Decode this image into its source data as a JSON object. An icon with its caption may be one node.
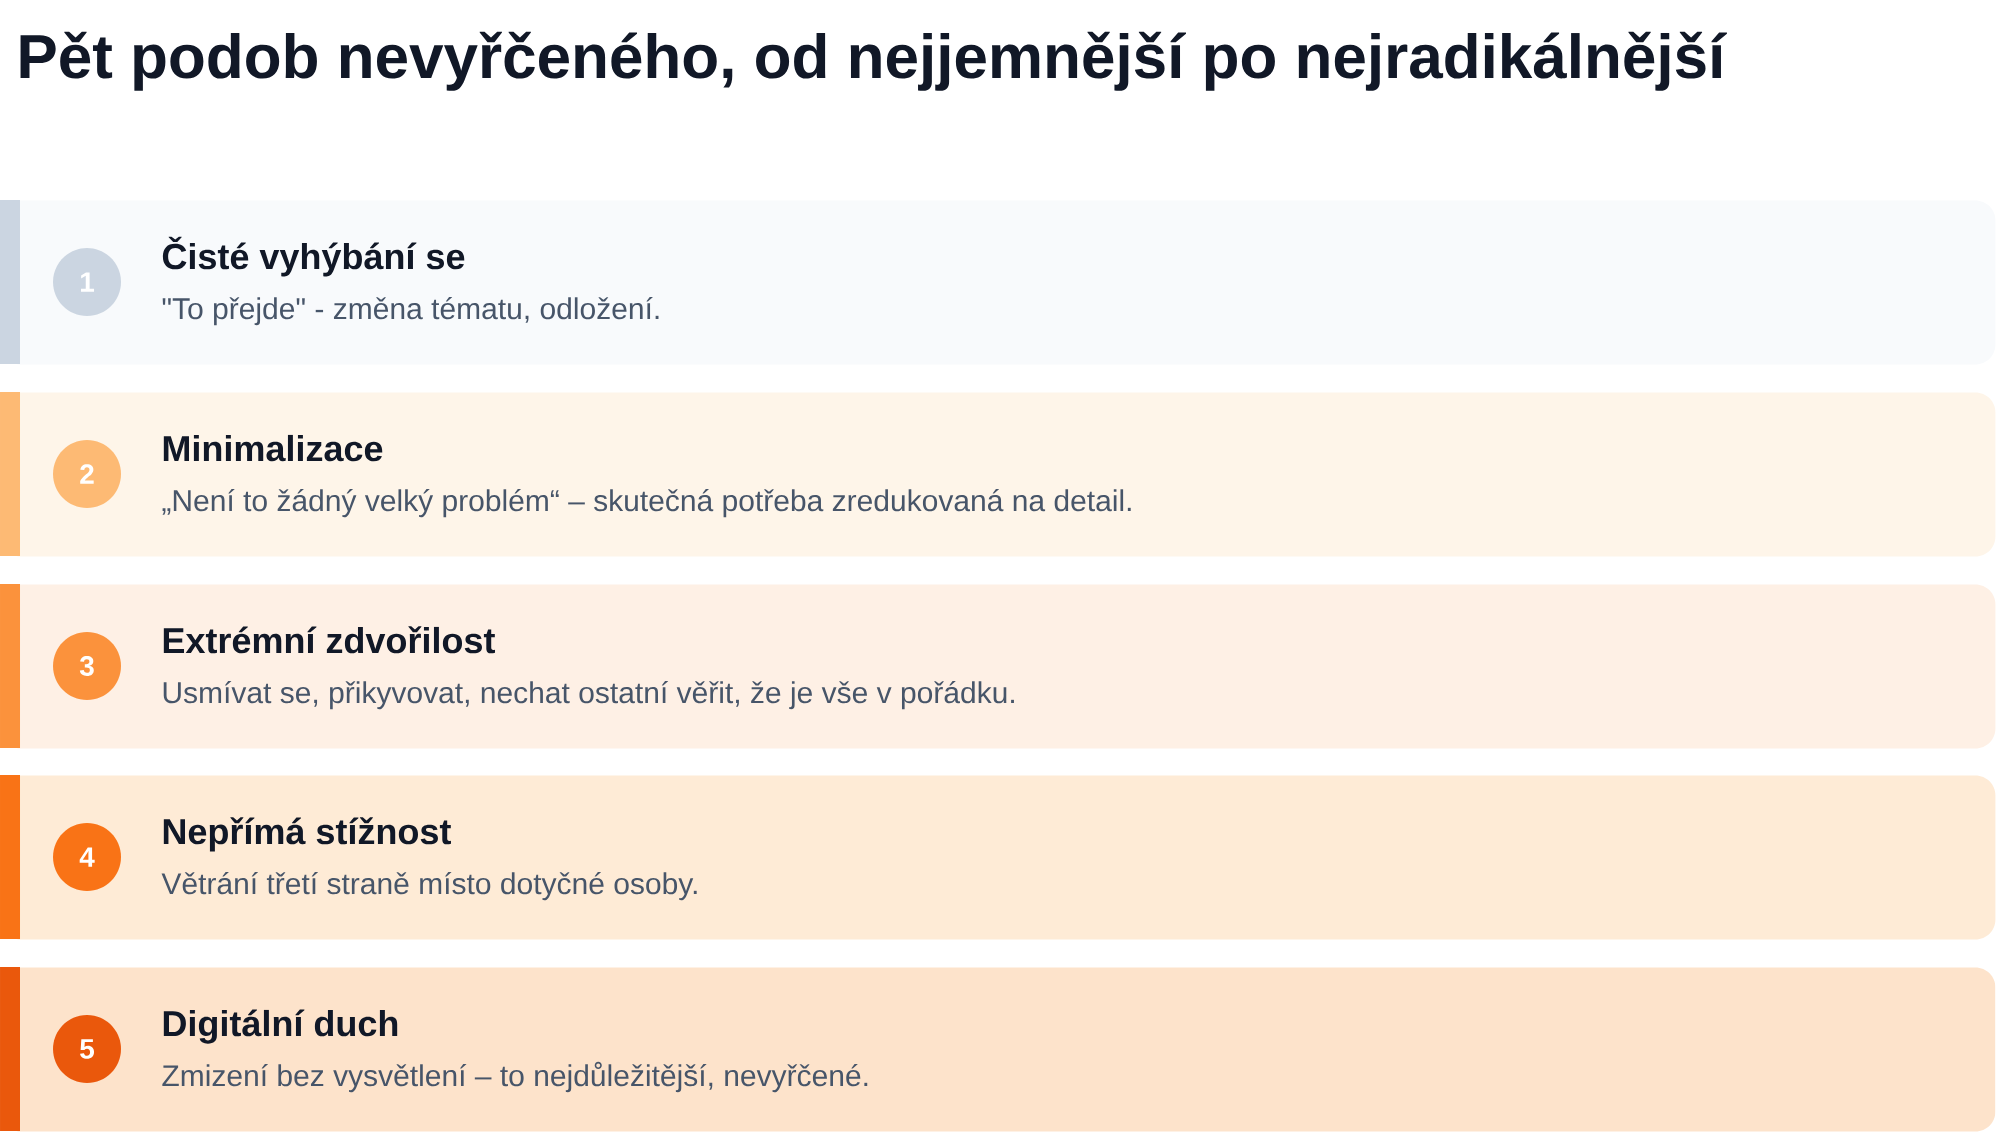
{
  "diagram": {
    "title": "Pět podob nevyřčeného, od nejjemnější po nejradikálnější",
    "nodes": [
      {
        "text": [
          "Čisté vyhýbání se",
          "\"To přejde\" - změna tématu, odložení."
        ]
      },
      {
        "text": [
          "1"
        ],
        "in": 0
      },
      {
        "text": [
          "Minimalizace",
          "„Není to žádný velký problém“ – skutečná potřeba zredukovaná na detail."
        ]
      },
      {
        "text": [
          "2"
        ],
        "in": 2
      },
      {
        "text": [
          "Extrémní zdvořilost",
          "Usmívat se, přikyvovat, nechat ostatní věřit, že je vše v pořádku."
        ]
      },
      {
        "text": [
          "3"
        ],
        "in": 4
      },
      {
        "text": [
          "Nepřímá stížnost",
          "Větrání třetí straně místo dotyčné osoby."
        ]
      },
      {
        "text": [
          "4"
        ],
        "in": 6
      },
      {
        "text": [
          "Digitální duch",
          "Zmizení bez vysvětlení – to nejdůležitější, nevyřčené."
        ]
      },
      {
        "text": [
          "5"
        ],
        "in": 8
      }
    ]
  }
}
